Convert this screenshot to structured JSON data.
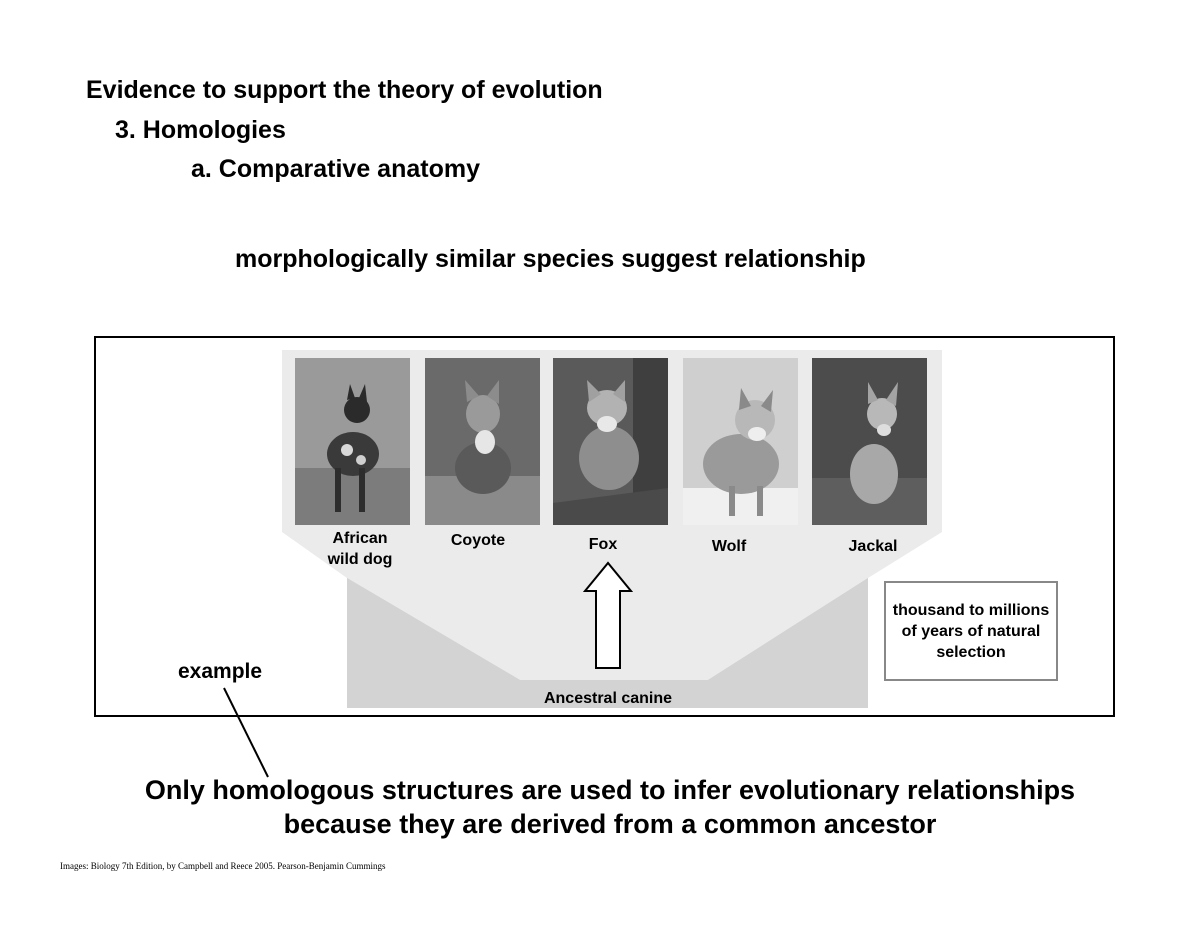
{
  "heading": "Evidence to support the theory of evolution",
  "point": "3.  Homologies",
  "subpoint": "a.  Comparative anatomy",
  "tagline": "morphologically similar species suggest relationship",
  "figure": {
    "animals": [
      {
        "label": "African\nwild dog",
        "icon": "african-wild-dog-photo"
      },
      {
        "label": "Coyote",
        "icon": "coyote-photo"
      },
      {
        "label": "Fox",
        "icon": "fox-photo"
      },
      {
        "label": "Wolf",
        "icon": "wolf-photo"
      },
      {
        "label": "Jackal",
        "icon": "jackal-photo"
      }
    ],
    "ancestor": "Ancestral canine",
    "time_note": "thousand to millions of years of natural selection"
  },
  "example_label": "example",
  "conclusion_line1": "Only homologous structures are used to infer evolutionary relationships",
  "conclusion_line2": "because they are derived from a common ancestor",
  "credit": "Images: Biology 7th Edition, by Campbell and Reece 2005. Pearson-Benjamin Cummings"
}
